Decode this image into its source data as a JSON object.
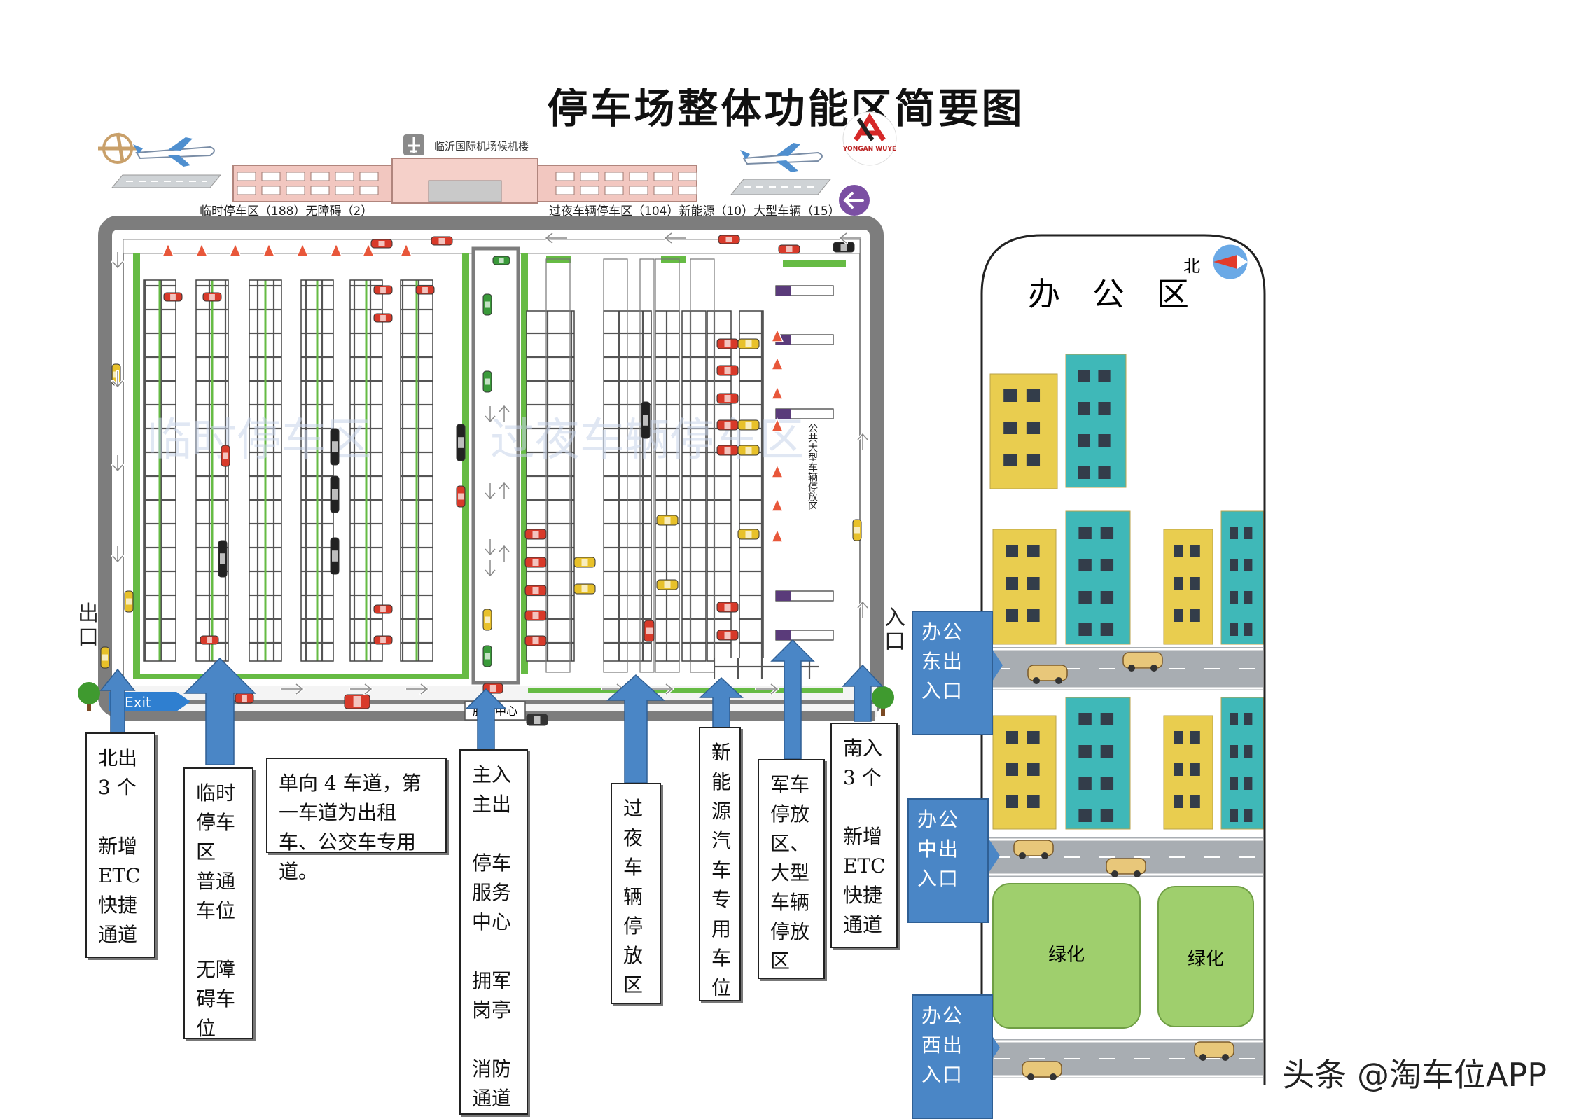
{
  "page": {
    "title": "停车场整体功能区简要图",
    "watermark": "头条 @淘车位APP"
  },
  "top": {
    "terminal_label": "临沂国际机场候机楼",
    "logo_text_top": "YONGAN WUYE",
    "left_zone_label": "临时停车区（188）无障碍（2）",
    "right_zone_label": "过夜车辆停车区（104）新能源（10）大型车辆（15）"
  },
  "lot": {
    "exit_sign": "Exit",
    "exit_label": "出口",
    "entry_label": "入口",
    "service_center": "服务中心",
    "bus_area": "公共大型车辆停放区",
    "watermark_left": "临时停车区",
    "watermark_right": "过夜车辆停车区"
  },
  "office": {
    "title": "办　公　区",
    "north": "北",
    "greening_1": "绿化",
    "greening_2": "绿化",
    "east_gate": "办公东出入口",
    "middle_gate": "办公中出入口",
    "west_gate": "办公西出入口"
  },
  "callouts": {
    "north_exit": "北出\n3 个\n\n新增\nETC\n快捷\n通道",
    "temporary": "临时\n停车\n区\n普通\n车位\n\n无障\n碍车\n位",
    "lanes": "单向 4 车道，第一车道为出租车、公交车专用道。",
    "main": "主入\n主出\n\n停车\n服务\n中心\n\n拥军\n岗亭\n\n消防\n通道",
    "overnight": "过\n夜\n车\n辆\n停\n放\n区",
    "new_energy": "新\n能\n源\n汽\n车\n专\n用\n车\n位",
    "military": "军车\n停放\n区、\n大型\n车辆\n停放\n区",
    "south_entry": "南入\n3 个\n\n新增\nETC\n快捷\n通道"
  },
  "colors": {
    "road": "#7d7d7d",
    "grass": "#66bb44",
    "arrow": "#4a86c6",
    "building_yellow": "#e9cd4f",
    "building_teal": "#3fb8b8",
    "greening": "#9fcf6d",
    "car_red": "#d83a2a",
    "car_yellow": "#e8c12a"
  }
}
